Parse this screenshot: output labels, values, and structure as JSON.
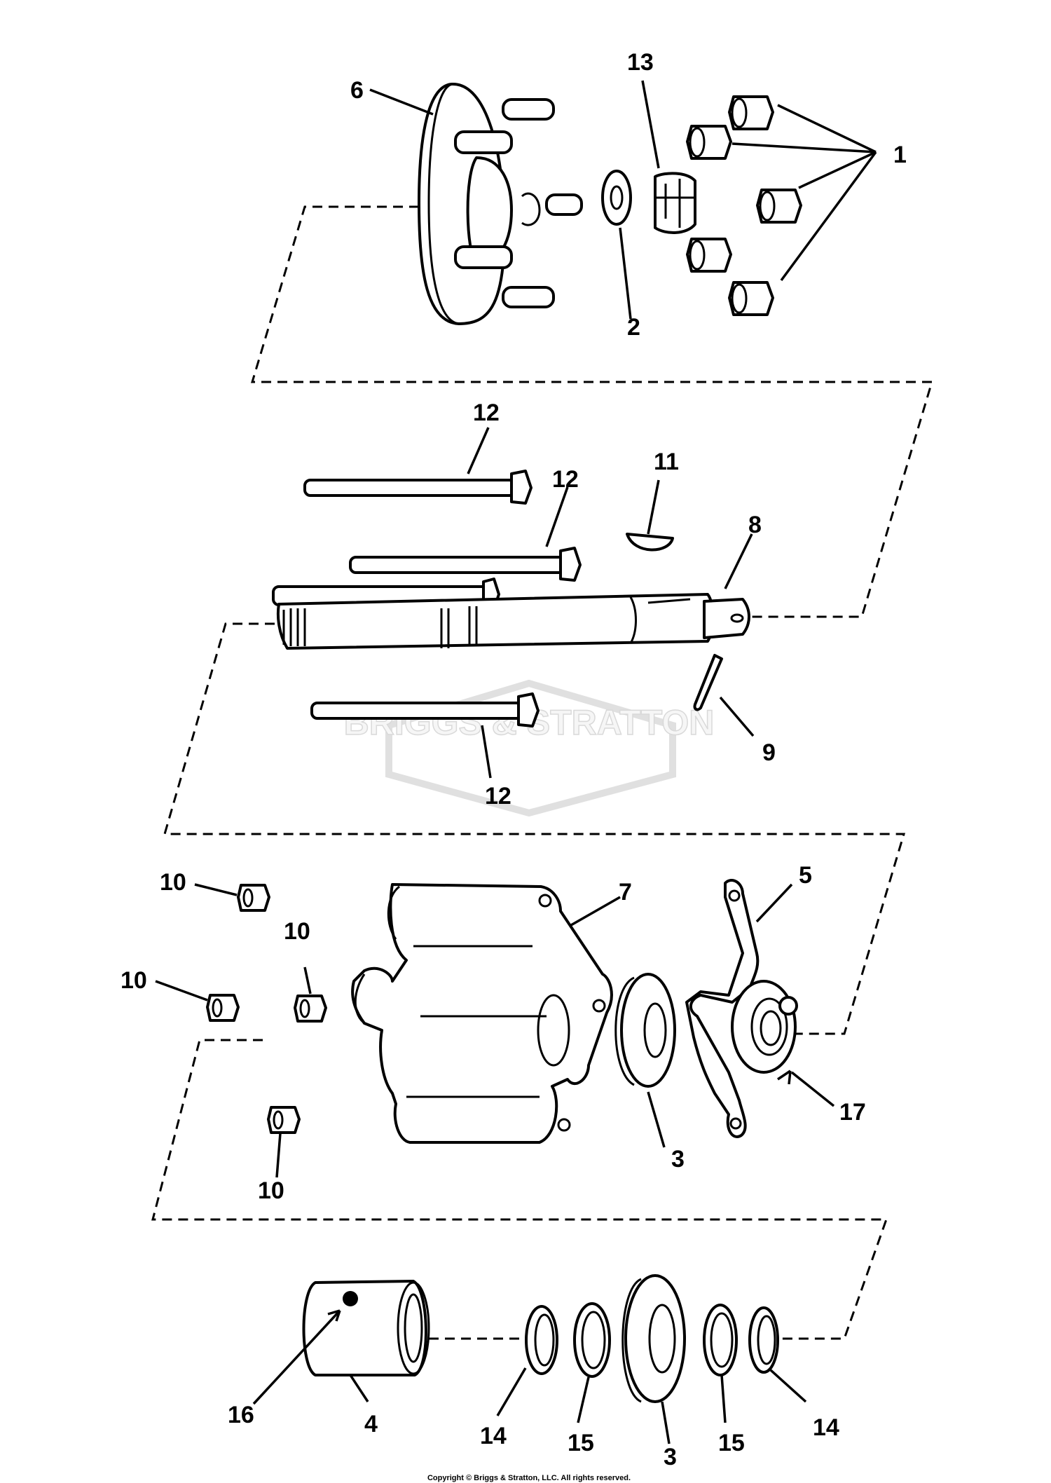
{
  "diagram": {
    "callouts": {
      "c1": "1",
      "c2": "2",
      "c3a": "3",
      "c3b": "3",
      "c4": "4",
      "c5": "5",
      "c6": "6",
      "c7": "7",
      "c8": "8",
      "c9": "9",
      "c10a": "10",
      "c10b": "10",
      "c10c": "10",
      "c10d": "10",
      "c11": "11",
      "c12a": "12",
      "c12b": "12",
      "c12c": "12",
      "c13": "13",
      "c14a": "14",
      "c14b": "14",
      "c15a": "15",
      "c15b": "15",
      "c16": "16",
      "c17": "17"
    },
    "watermark": "BRIGGS & STRATTON",
    "copyright": "Copyright © Briggs & Stratton, LLC. All rights reserved."
  }
}
